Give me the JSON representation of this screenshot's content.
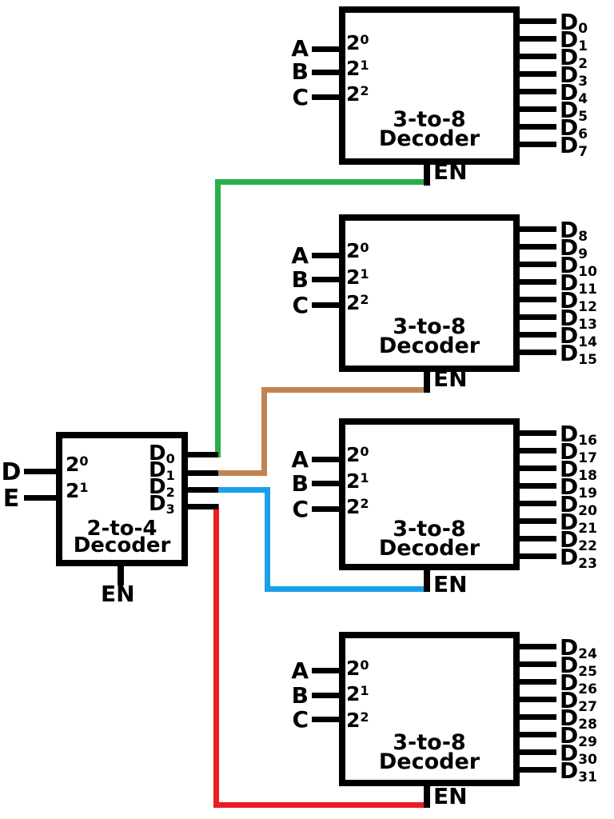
{
  "colors": {
    "black": "#000000",
    "green": "#2bae4a",
    "brown": "#c08453",
    "blue": "#1b9fe8",
    "red": "#ec1c24"
  },
  "two_to_four": {
    "title_line1": "2-to-4",
    "title_line2": "Decoder",
    "en_label": "EN",
    "inputs": [
      {
        "label": "D",
        "weight_base": "2",
        "weight_exp": "0"
      },
      {
        "label": "E",
        "weight_base": "2",
        "weight_exp": "1"
      }
    ],
    "outputs": [
      {
        "base": "D",
        "sub": "0"
      },
      {
        "base": "D",
        "sub": "1"
      },
      {
        "base": "D",
        "sub": "2"
      },
      {
        "base": "D",
        "sub": "3"
      }
    ]
  },
  "three_to_eight": [
    {
      "title_line1": "3-to-8",
      "title_line2": "Decoder",
      "en_label": "EN",
      "enable_wire": "green",
      "inputs": [
        {
          "label": "A",
          "weight_base": "2",
          "weight_exp": "0"
        },
        {
          "label": "B",
          "weight_base": "2",
          "weight_exp": "1"
        },
        {
          "label": "C",
          "weight_base": "2",
          "weight_exp": "2"
        }
      ],
      "outputs": [
        {
          "base": "D",
          "sub": "0"
        },
        {
          "base": "D",
          "sub": "1"
        },
        {
          "base": "D",
          "sub": "2"
        },
        {
          "base": "D",
          "sub": "3"
        },
        {
          "base": "D",
          "sub": "4"
        },
        {
          "base": "D",
          "sub": "5"
        },
        {
          "base": "D",
          "sub": "6"
        },
        {
          "base": "D",
          "sub": "7"
        }
      ]
    },
    {
      "title_line1": "3-to-8",
      "title_line2": "Decoder",
      "en_label": "EN",
      "enable_wire": "brown",
      "inputs": [
        {
          "label": "A",
          "weight_base": "2",
          "weight_exp": "0"
        },
        {
          "label": "B",
          "weight_base": "2",
          "weight_exp": "1"
        },
        {
          "label": "C",
          "weight_base": "2",
          "weight_exp": "2"
        }
      ],
      "outputs": [
        {
          "base": "D",
          "sub": "8"
        },
        {
          "base": "D",
          "sub": "9"
        },
        {
          "base": "D",
          "sub": "10"
        },
        {
          "base": "D",
          "sub": "11"
        },
        {
          "base": "D",
          "sub": "12"
        },
        {
          "base": "D",
          "sub": "13"
        },
        {
          "base": "D",
          "sub": "14"
        },
        {
          "base": "D",
          "sub": "15"
        }
      ]
    },
    {
      "title_line1": "3-to-8",
      "title_line2": "Decoder",
      "en_label": "EN",
      "enable_wire": "blue",
      "inputs": [
        {
          "label": "A",
          "weight_base": "2",
          "weight_exp": "0"
        },
        {
          "label": "B",
          "weight_base": "2",
          "weight_exp": "1"
        },
        {
          "label": "C",
          "weight_base": "2",
          "weight_exp": "2"
        }
      ],
      "outputs": [
        {
          "base": "D",
          "sub": "16"
        },
        {
          "base": "D",
          "sub": "17"
        },
        {
          "base": "D",
          "sub": "18"
        },
        {
          "base": "D",
          "sub": "19"
        },
        {
          "base": "D",
          "sub": "20"
        },
        {
          "base": "D",
          "sub": "21"
        },
        {
          "base": "D",
          "sub": "22"
        },
        {
          "base": "D",
          "sub": "23"
        }
      ]
    },
    {
      "title_line1": "3-to-8",
      "title_line2": "Decoder",
      "en_label": "EN",
      "enable_wire": "red",
      "inputs": [
        {
          "label": "A",
          "weight_base": "2",
          "weight_exp": "0"
        },
        {
          "label": "B",
          "weight_base": "2",
          "weight_exp": "1"
        },
        {
          "label": "C",
          "weight_base": "2",
          "weight_exp": "2"
        }
      ],
      "outputs": [
        {
          "base": "D",
          "sub": "24"
        },
        {
          "base": "D",
          "sub": "25"
        },
        {
          "base": "D",
          "sub": "26"
        },
        {
          "base": "D",
          "sub": "27"
        },
        {
          "base": "D",
          "sub": "28"
        },
        {
          "base": "D",
          "sub": "29"
        },
        {
          "base": "D",
          "sub": "30"
        },
        {
          "base": "D",
          "sub": "31"
        }
      ]
    }
  ]
}
